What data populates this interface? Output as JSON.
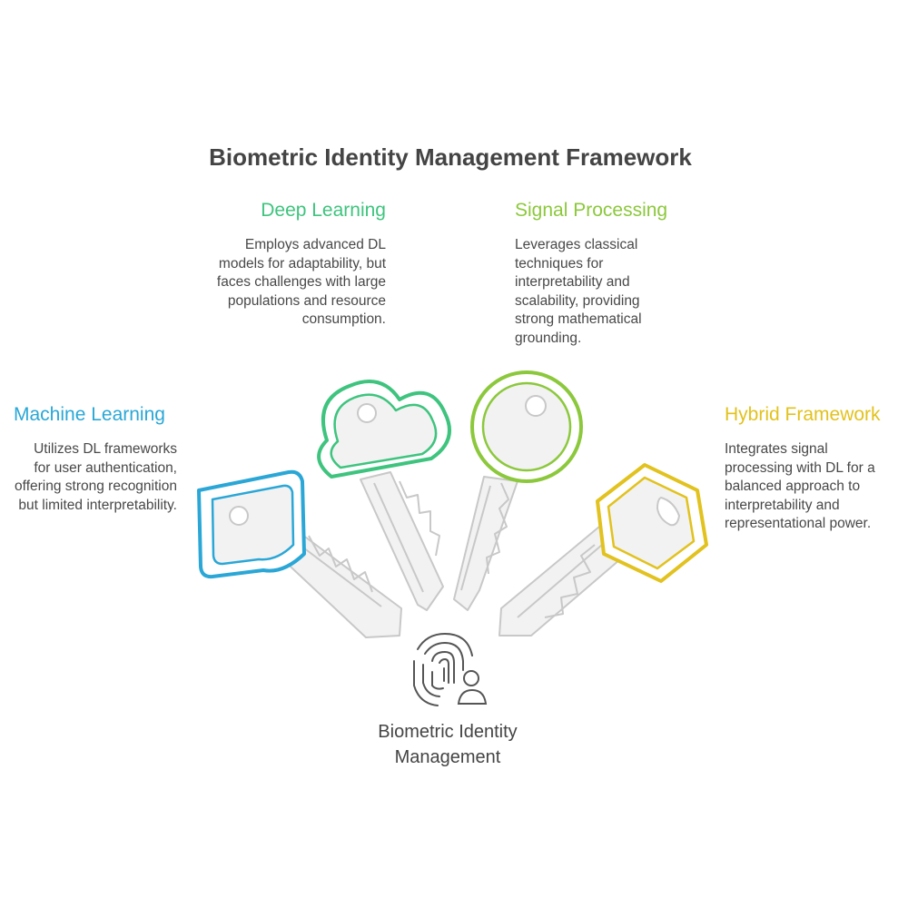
{
  "title": "Biometric Identity Management Framework",
  "center": {
    "label": "Biometric Identity Management",
    "icon": "fingerprint-user-icon"
  },
  "categories": [
    {
      "id": "machine-learning",
      "title": "Machine Learning",
      "color": "#2aa7d6",
      "description": "Utilizes DL frameworks for user authentication, offering strong recognition but limited interpretability."
    },
    {
      "id": "deep-learning",
      "title": "Deep Learning",
      "color": "#3ec47e",
      "description": "Employs advanced DL models for adaptability, but faces challenges with large populations and resource consumption."
    },
    {
      "id": "signal-processing",
      "title": "Signal Processing",
      "color": "#8cc83c",
      "description": "Leverages classical techniques for interpretability and scalability, providing strong mathematical grounding."
    },
    {
      "id": "hybrid-framework",
      "title": "Hybrid Framework",
      "color": "#e2c21e",
      "description": "Integrates signal processing with DL for a balanced approach to interpretability and representational power."
    }
  ]
}
